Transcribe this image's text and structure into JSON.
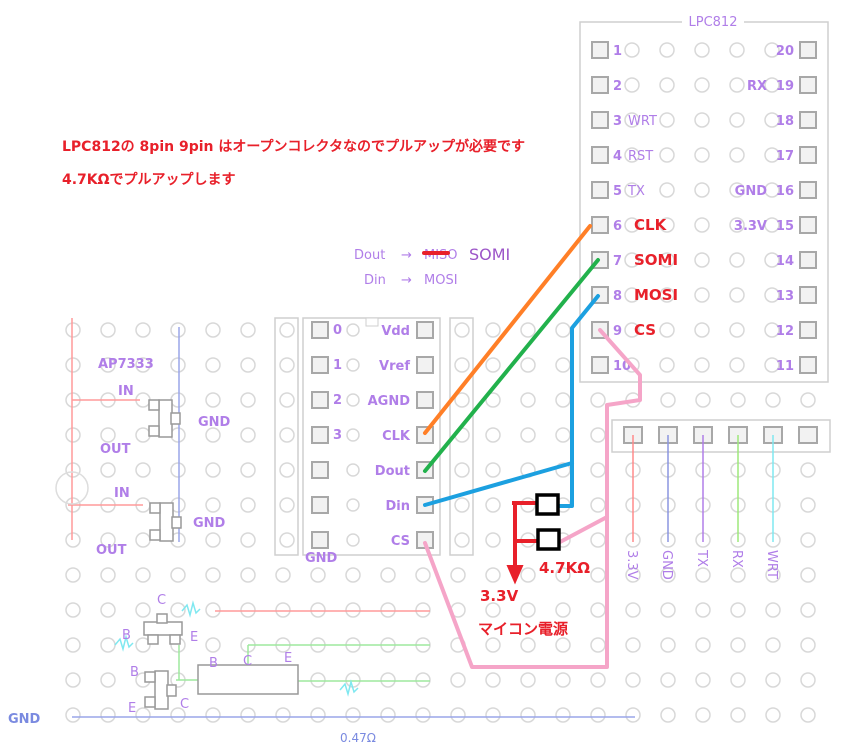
{
  "notes": {
    "line1": "LPC812の 8pin 9pin はオープンコレクタなのでプルアップが必要です",
    "line2": "4.7KΩでプルアップします"
  },
  "mapping": {
    "dout": "Dout",
    "arrow": "→",
    "miso_struck": "MISO",
    "somi": "SOMI",
    "din": "Din",
    "mosi": "MOSI"
  },
  "lpc812": {
    "title": "LPC812",
    "left_pins": [
      "1",
      "2",
      "3",
      "4",
      "5",
      "6",
      "7",
      "8",
      "9",
      "10"
    ],
    "right_pins": [
      "20",
      "19",
      "18",
      "17",
      "16",
      "15",
      "14",
      "13",
      "12",
      "11"
    ],
    "left_signals": [
      "",
      "",
      "WRT",
      "RST",
      "TX",
      "CLK",
      "SOMI",
      "MOSI",
      "CS",
      ""
    ],
    "right_signals": [
      "",
      "RX",
      "",
      "",
      "GND",
      "3.3V",
      "",
      "",
      "",
      ""
    ]
  },
  "adc": {
    "left_labels": [
      "0",
      "1",
      "2",
      "3"
    ],
    "right_labels": [
      "Vdd",
      "Vref",
      "AGND",
      "CLK",
      "Dout",
      "Din",
      "CS"
    ],
    "gnd_label": "GND"
  },
  "regulator": {
    "name": "AP7333",
    "in1": "IN",
    "out1": "OUT",
    "gnd1": "GND",
    "in2": "IN",
    "out2": "OUT",
    "gnd2": "GND"
  },
  "transistors": {
    "t1": {
      "c": "C",
      "b": "B",
      "e": "E"
    },
    "t2": {
      "b": "B",
      "e": "E",
      "c": "C"
    },
    "t3": {
      "b": "B",
      "c": "C",
      "e": "E"
    }
  },
  "gnd_rail_label": "GND",
  "shunt_label": "0.47Ω",
  "pullup": {
    "resistor": "4.7KΩ",
    "voltage": "3.3V",
    "supply": "マイコン電源"
  },
  "header": {
    "labels": [
      "3.3V",
      "GND",
      "TX",
      "RX",
      "WRT"
    ]
  },
  "colors": {
    "clk_wire": "#ff7f27",
    "somi_wire": "#22b14c",
    "mosi_wire": "#1ca0e0",
    "cs_wire": "#f5a5c8",
    "power": "#ff8080",
    "gnd": "#8a95e0",
    "accent_red": "#e8202a"
  }
}
